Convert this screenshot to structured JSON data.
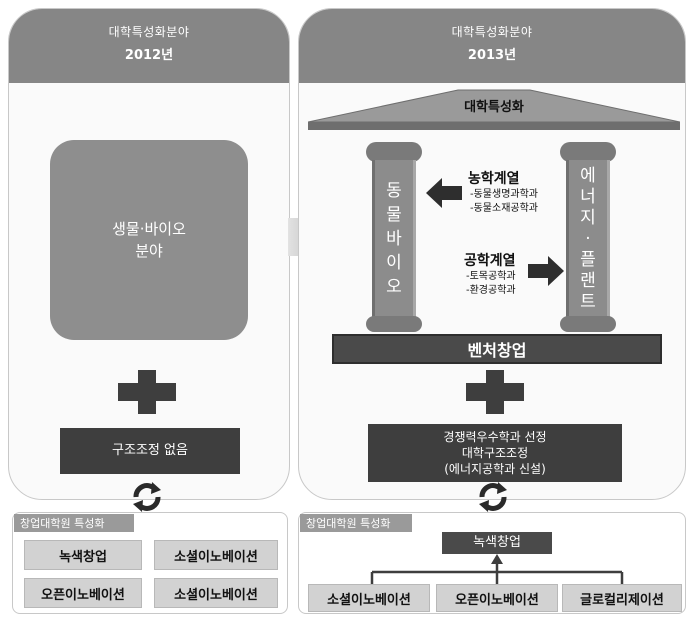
{
  "left_panel": {
    "header_line1": "대학특성화분야",
    "header_line2": "2012년",
    "focus_box": {
      "line1": "생물·바이오",
      "line2": "분야"
    },
    "restructure_box": "구조조정 없음"
  },
  "right_panel": {
    "header_line1": "대학특성화분야",
    "header_line2": "2013년",
    "roof_label": "대학특성화",
    "left_column": [
      "동",
      "물",
      "바",
      "이",
      "오"
    ],
    "right_column": [
      "에",
      "너",
      "지",
      "·",
      "플",
      "랜",
      "트"
    ],
    "agri_title": "농학계열",
    "agri_items": [
      "-동물생명과학과",
      "-동물소재공학과"
    ],
    "eng_title": "공학계열",
    "eng_items": [
      "-토목공학과",
      "-환경공학과"
    ],
    "base_label": "벤처창업",
    "restructure_box": {
      "line1": "경쟁력우수학과 선정",
      "line2": "대학구조조정",
      "line3": "(에너지공학과 신설)"
    }
  },
  "left_bottom": {
    "title": "창업대학원 특성화",
    "items": [
      "녹색창업",
      "소셜이노베이션",
      "오픈이노베이션",
      "소셜이노베이션"
    ]
  },
  "right_bottom": {
    "title": "창업대학원 특성화",
    "top_item": "녹색창업",
    "items": [
      "소셜이노베이션",
      "오픈이노베이션",
      "글로컬리제이션"
    ]
  },
  "colors": {
    "dark": "#3e3e3e",
    "header": "#868686",
    "pillar": "#8c8c8c",
    "arrow": "#b5b5b5"
  }
}
